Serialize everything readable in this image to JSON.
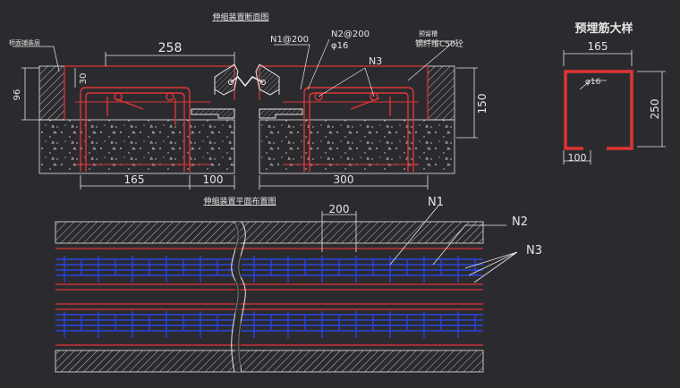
{
  "colors": {
    "background": "#2b2b2f",
    "white": "#e6e6e6",
    "red": "#e03434",
    "blue": "#2a44e0",
    "cyan": "#d9dde6"
  },
  "section": {
    "title": "伸缩装置断面图",
    "left_label": "桥面铺装层",
    "n1_label": "N1@200",
    "n2_label": "N2@200",
    "phi16_label": "φ16",
    "n3_label": "N3",
    "embedded_label": "预留槽",
    "c50_label": "钢纤维C50砼",
    "dim_258": "258",
    "dim_30": "30",
    "dim_96": "96",
    "dim_150": "150",
    "dim_165": "165",
    "dim_100": "100",
    "dim_300": "300"
  },
  "detail": {
    "title": "预埋筋大样",
    "dim_165": "165",
    "phi16": "φ16",
    "dim_250": "250",
    "dim_100": "100"
  },
  "plan": {
    "title": "伸缩装置平面布置图",
    "dim_200": "200",
    "n1": "N1",
    "n2": "N2",
    "n3": "N3"
  }
}
